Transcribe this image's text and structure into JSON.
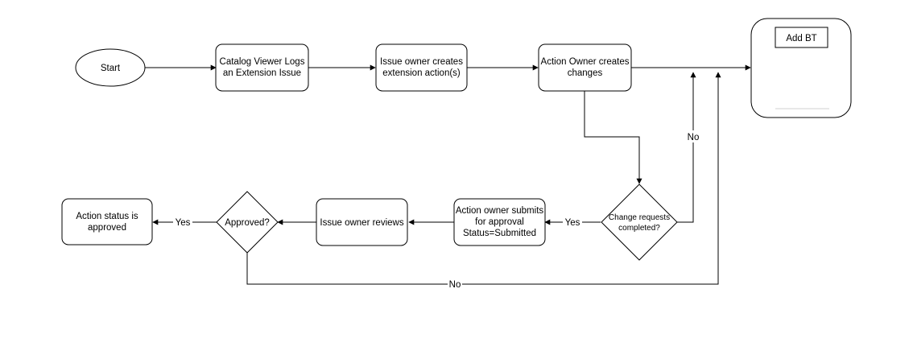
{
  "diagram": {
    "nodes": {
      "start": "Start",
      "catalog_logs": [
        "Catalog Viewer Logs",
        "an Extension Issue"
      ],
      "owner_creates_action": [
        "Issue owner creates",
        "extension action(s)"
      ],
      "action_owner_changes": [
        "Action Owner creates",
        "changes"
      ],
      "add_bt": "Add BT",
      "change_requests_completed": [
        "Change requests",
        "completed?"
      ],
      "submit_for_approval": [
        "Action owner submits",
        "for approval",
        "Status=Submitted"
      ],
      "issue_owner_reviews": "Issue owner  reviews",
      "approved": "Approved?",
      "action_approved": [
        "Action status is",
        "approved"
      ]
    },
    "edge_labels": {
      "no_loop_right": "No",
      "yes_to_submit": "Yes",
      "yes_to_approved": "Yes",
      "no_bottom": "No"
    },
    "colors": {
      "stroke": "#000000",
      "fill": "#ffffff",
      "text": "#000000",
      "divider": "#d0d0d0"
    }
  }
}
